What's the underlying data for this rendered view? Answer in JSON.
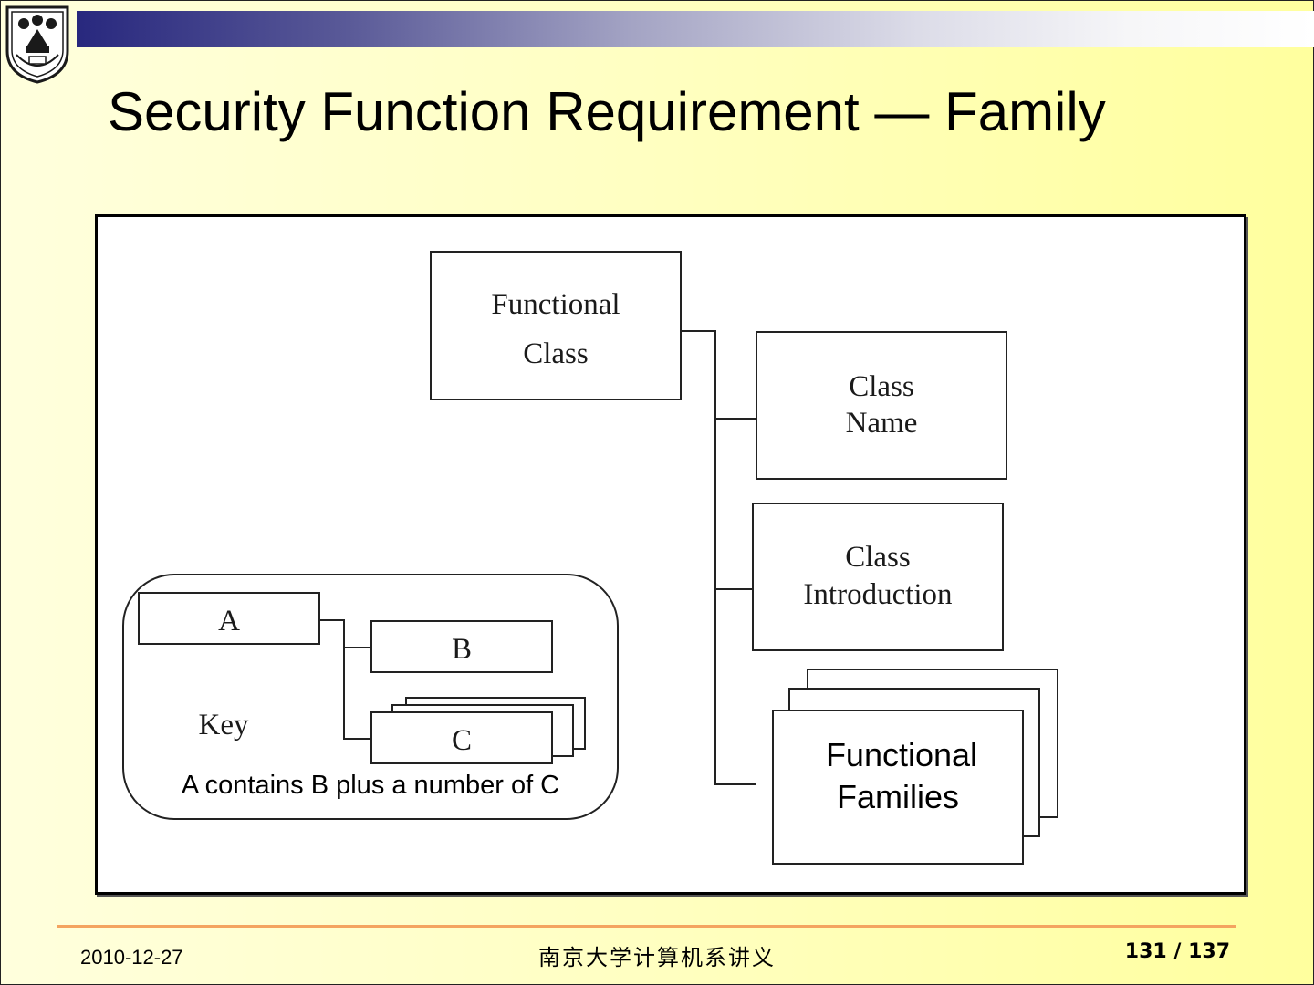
{
  "slide": {
    "title": "Security Function Requirement — Family"
  },
  "diagram": {
    "functional_class": [
      "Functional",
      "Class"
    ],
    "class_name": [
      "Class",
      "Name"
    ],
    "class_introduction": [
      "Class",
      "Introduction"
    ],
    "functional_families": [
      "Functional",
      "Families"
    ],
    "key": {
      "a": "A",
      "b": "B",
      "c": "C",
      "label": "Key",
      "caption": "A contains B plus a number of C"
    }
  },
  "footer": {
    "date": "2010-12-27",
    "center": "南京大学计算机系讲义",
    "page": "131 / 137"
  },
  "colors": {
    "top_bar_start": "#28287e",
    "footer_line": "#f4a460"
  }
}
